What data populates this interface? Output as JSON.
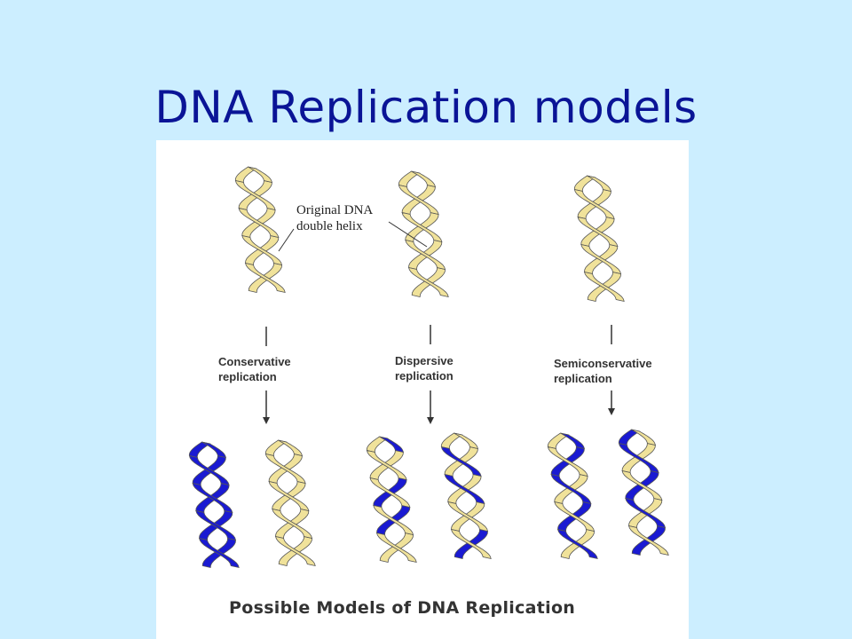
{
  "slide": {
    "title": "DNA Replication models"
  },
  "figure": {
    "original_label_line1": "Original DNA",
    "original_label_line2": "double helix",
    "models": [
      {
        "line1": "Conservative",
        "line2": "replication"
      },
      {
        "line1": "Dispersive",
        "line2": "replication"
      },
      {
        "line1": "Semiconservative",
        "line2": "replication"
      }
    ],
    "caption": "Possible Models of DNA Replication",
    "colors": {
      "original_strand": "#f0e29a",
      "new_strand": "#1a1ad2",
      "outline": "#555555"
    }
  }
}
